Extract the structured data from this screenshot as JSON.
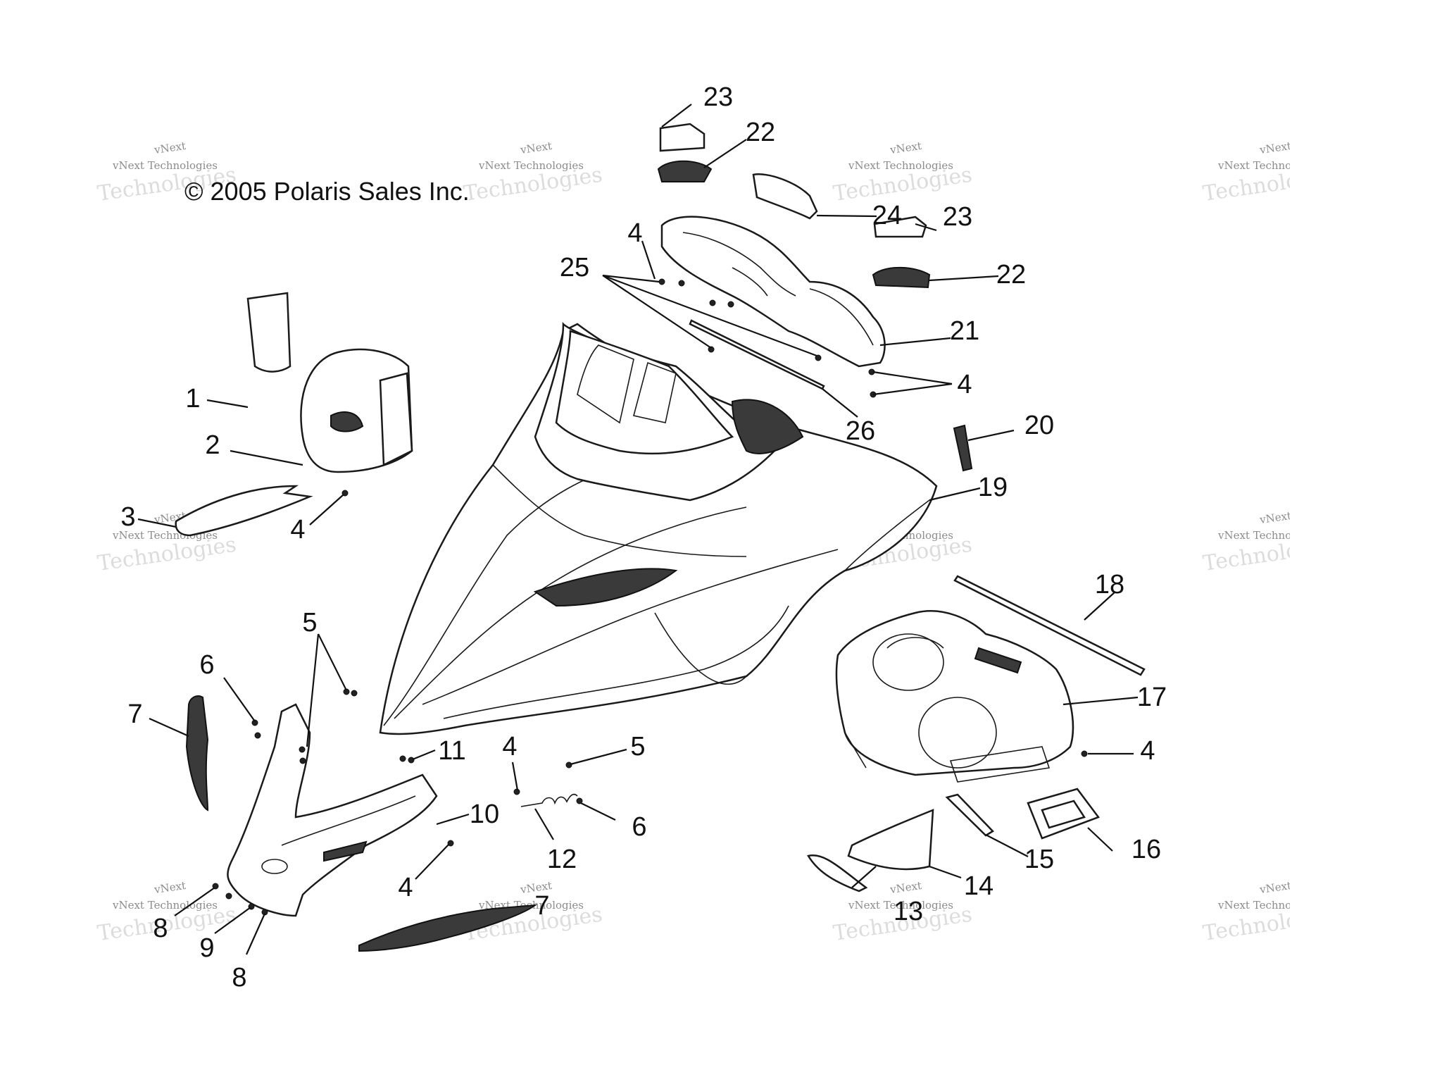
{
  "copyright": "© 2005 Polaris Sales Inc.",
  "watermark": {
    "line1": "vNext",
    "line2": "vNext Technologies",
    "line3": "Technologies"
  },
  "callouts": {
    "c1": "1",
    "c2": "2",
    "c3": "3",
    "c4a": "4",
    "c4b": "4",
    "c4c": "4",
    "c4d": "4",
    "c4e": "4",
    "c5a": "5",
    "c5b": "5",
    "c6a": "6",
    "c6b": "6",
    "c7a": "7",
    "c7b": "7",
    "c8a": "8",
    "c8b": "8",
    "c9": "9",
    "c10": "10",
    "c11": "11",
    "c12": "12",
    "c13": "13",
    "c14": "14",
    "c15": "15",
    "c16": "16",
    "c17": "17",
    "c18": "18",
    "c19": "19",
    "c20": "20",
    "c21": "21",
    "c22a": "22",
    "c22b": "22",
    "c23a": "23",
    "c23b": "23",
    "c24": "24",
    "c25": "25",
    "c26": "26"
  }
}
